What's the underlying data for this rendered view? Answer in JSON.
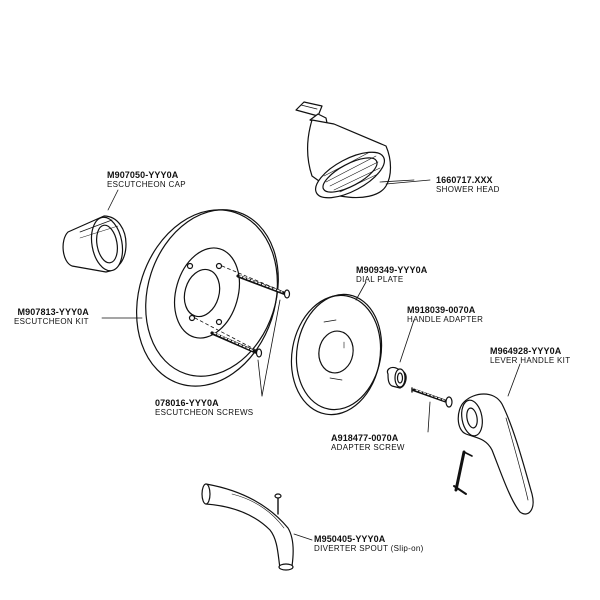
{
  "parts": {
    "shower_head": {
      "number": "1660717.XXX",
      "name": "SHOWER HEAD"
    },
    "escutcheon_cap": {
      "number": "M907050-YYY0A",
      "name": "ESCUTCHEON CAP"
    },
    "dial_plate": {
      "number": "M909349-YYY0A",
      "name": "DIAL PLATE"
    },
    "handle_adapter": {
      "number": "M918039-0070A",
      "name": "HANDLE ADAPTER"
    },
    "escutcheon_kit": {
      "number": "M907813-YYY0A",
      "name": "ESCUTCHEON KIT"
    },
    "lever_handle_kit": {
      "number": "M964928-YYY0A",
      "name": "LEVER HANDLE KIT"
    },
    "escutcheon_screws": {
      "number": "078016-YYY0A",
      "name": "ESCUTCHEON SCREWS"
    },
    "adapter_screw": {
      "number": "A918477-0070A",
      "name": "ADAPTER SCREW"
    },
    "diverter_spout": {
      "number": "M950405-YYY0A",
      "name": "DIVERTER SPOUT (Slip-on)"
    }
  }
}
